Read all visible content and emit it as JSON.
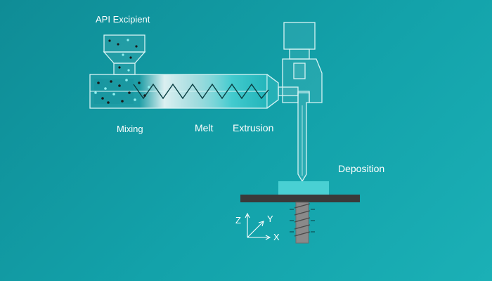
{
  "labels": {
    "hopper": "API Excipient",
    "mixing": "Mixing",
    "melt": "Melt",
    "extrusion": "Extrusion",
    "deposition": "Deposition"
  },
  "axes": {
    "z": "Z",
    "y": "Y",
    "x": "X"
  },
  "colors": {
    "background": "#13a2aa",
    "outline": "#d6f3f4",
    "melt_fill": "#49d0d3",
    "platform": "#3a3a3a",
    "screw_shaft": "#8a8a8a",
    "particle_dark": "#1a1a1a",
    "particle_light": "#8ff0f0"
  },
  "icons": [
    "hopper-icon",
    "extruder-barrel-icon",
    "screw-icon",
    "motor-icon",
    "nozzle-icon",
    "build-platform-icon",
    "lead-screw-icon",
    "xyz-axes-icon"
  ]
}
